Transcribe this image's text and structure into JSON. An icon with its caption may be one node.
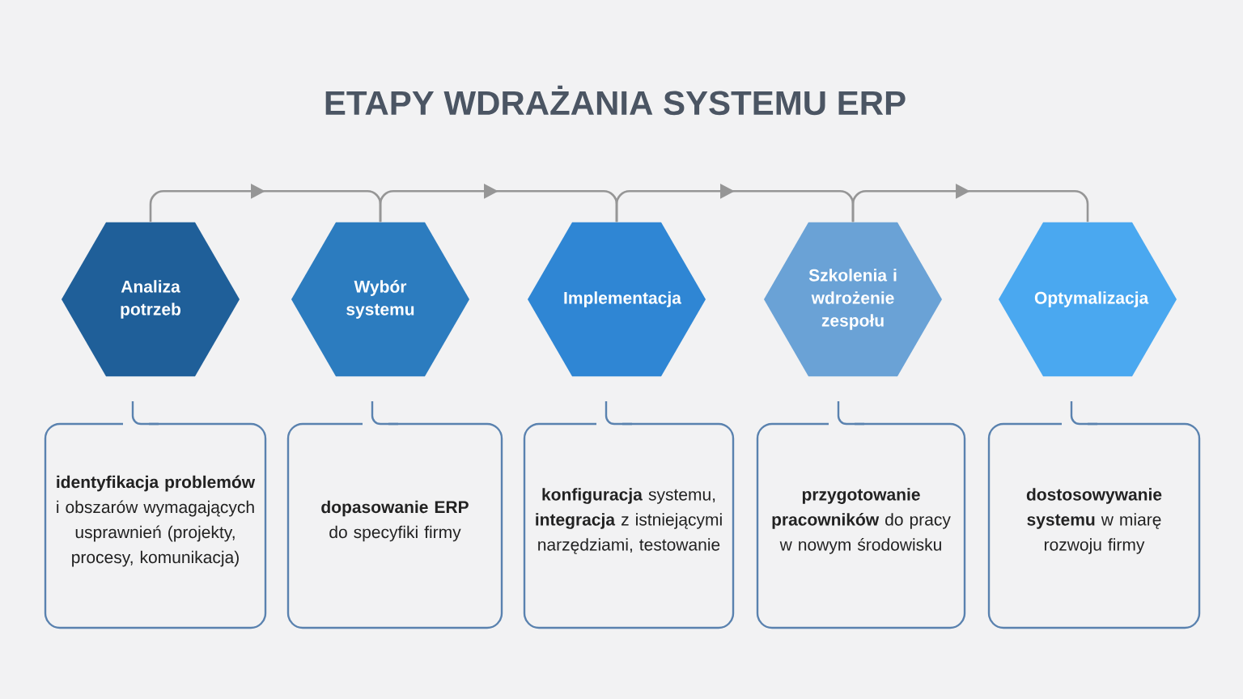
{
  "diagram": {
    "title": "ETAPY WDRAŻANIA SYSTEMU ERP",
    "nodes": [
      {
        "text": [
          "Analiza potrzeb"
        ]
      },
      {
        "text": [
          "Wybór systemu"
        ]
      },
      {
        "text": [
          "Implementacja"
        ]
      },
      {
        "text": [
          "Szkolenia i wdrożenie zespołu"
        ]
      },
      {
        "text": [
          "Optymalizacja"
        ]
      },
      {
        "text": [
          "**identyfikacja problemów** i obszarów wymagających usprawnień (projekty, procesy, komunikacja)"
        ]
      },
      {
        "text": [
          "**dopasowanie ERP** do specyfiki firmy"
        ]
      },
      {
        "text": [
          "**konfiguracja** systemu, **integracja** z istniejącymi narzędziami, testowanie"
        ]
      },
      {
        "text": [
          "**przygotowanie pracowników** do pracy w nowym środowisku"
        ]
      },
      {
        "text": [
          "**dostosowywanie systemu** w miarę rozwoju firmy"
        ]
      }
    ],
    "edges": [
      {
        "from": 0,
        "to": 1,
        "arrow": "to"
      },
      {
        "from": 1,
        "to": 2,
        "arrow": "to"
      },
      {
        "from": 2,
        "to": 3,
        "arrow": "to"
      },
      {
        "from": 3,
        "to": 4,
        "arrow": "to"
      }
    ]
  }
}
